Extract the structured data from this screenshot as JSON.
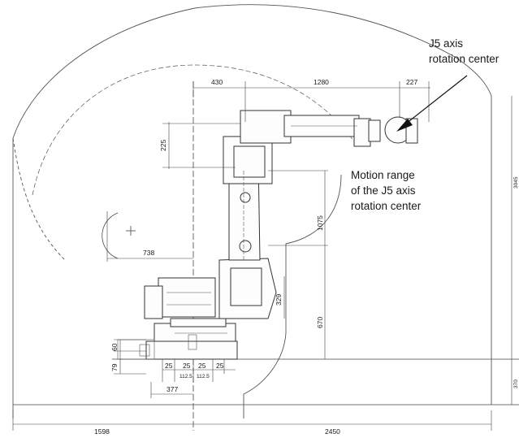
{
  "annotations": {
    "j5_label_line1": "J5 axis",
    "j5_label_line2": "rotation center",
    "motion_line1": "Motion range",
    "motion_line2": "of the J5 axis",
    "motion_line3": "rotation center"
  },
  "dimensions": {
    "top_430": "430",
    "top_1280": "1280",
    "top_227": "227",
    "left_225": "225",
    "left_738": "738",
    "vert_1075": "1075",
    "vert_329": "329",
    "vert_670": "670",
    "left_60": "60",
    "left_79": "79",
    "base_25a": "25",
    "base_25b": "25",
    "base_25c": "25",
    "base_25d": "25",
    "base_112a": "112.5",
    "base_112b": "112.5",
    "base_377": "377",
    "bottom_1598": "1598",
    "bottom_2450": "2450",
    "right_3045": "3045",
    "right_370": "370"
  },
  "colors": {
    "line": "#3a3a3a",
    "envelope": "#555555",
    "background": "#ffffff"
  }
}
